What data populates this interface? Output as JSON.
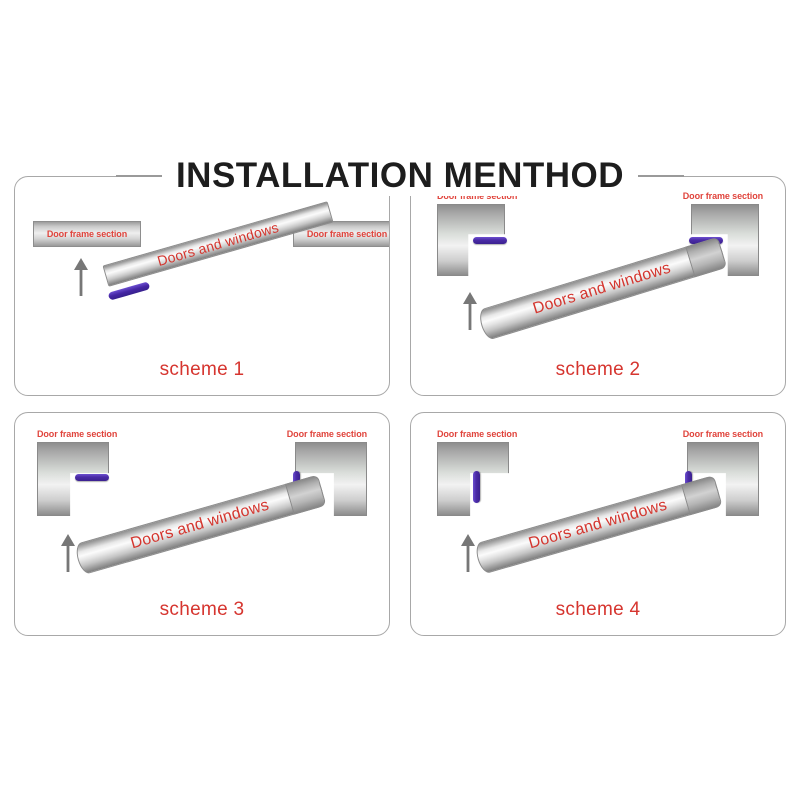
{
  "title": {
    "text": "INSTALLATION MENTHOD"
  },
  "colors": {
    "title_text": "#1d1d1d",
    "rule": "#9a9a9a",
    "label_red": "#e0443c",
    "scheme_red": "#d6352f",
    "strip_purple": "#4a2ba6",
    "panel_border": "#a8a8a8",
    "background": "#ffffff"
  },
  "common": {
    "frame_label": "Door frame section",
    "bar_label": "Doors and windows",
    "arrow_icon": "arrow-up-icon"
  },
  "panels": [
    {
      "id": "scheme-1",
      "label": "scheme 1",
      "left_frame_label": "Door frame section",
      "right_frame_label": "Door frame section",
      "bar_label": "Doors and windows",
      "frame_style": "horizontal-bar",
      "left_strip": "none",
      "right_strip": "none",
      "bar_end_strip": "diagonal"
    },
    {
      "id": "scheme-2",
      "label": "scheme 2",
      "left_frame_label": "Door frame section",
      "right_frame_label": "Door frame section",
      "bar_label": "Doors and windows",
      "frame_style": "l-block",
      "left_strip": "horizontal",
      "right_strip": "horizontal",
      "bar_end_strip": "none"
    },
    {
      "id": "scheme-3",
      "label": "scheme 3",
      "left_frame_label": "Door frame section",
      "right_frame_label": "Door frame section",
      "bar_label": "Doors and windows",
      "frame_style": "l-block",
      "left_strip": "horizontal",
      "right_strip": "vertical",
      "bar_end_strip": "none"
    },
    {
      "id": "scheme-4",
      "label": "scheme 4",
      "left_frame_label": "Door frame section",
      "right_frame_label": "Door frame section",
      "bar_label": "Doors and windows",
      "frame_style": "l-block",
      "left_strip": "vertical",
      "right_strip": "vertical",
      "bar_end_strip": "none"
    }
  ]
}
